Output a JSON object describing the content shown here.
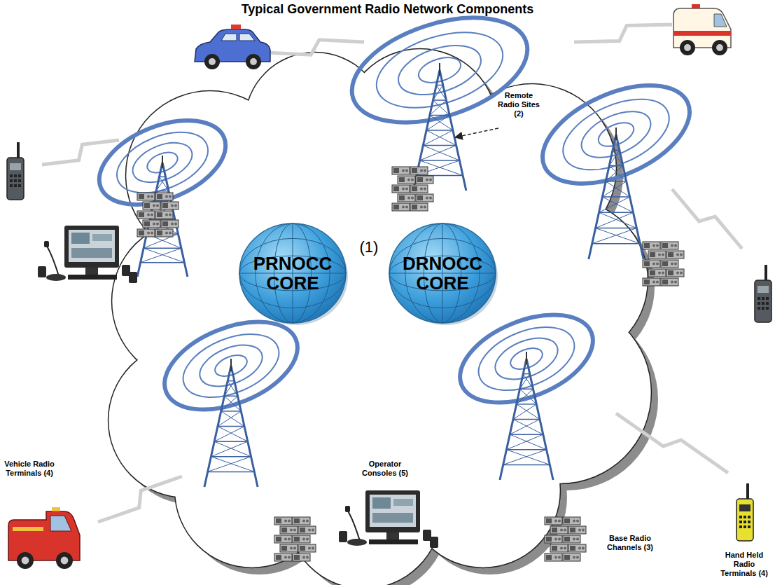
{
  "diagram": {
    "title": "Typical Government Radio Network Components",
    "nodes": [
      {
        "text": [
          "PRNOCC CORE"
        ]
      },
      {
        "text": [
          "DRNOCC CORE"
        ]
      }
    ],
    "labels": [
      "(1)",
      "Remote Radio Sites (2)",
      "Operator Consoles (5)",
      "Base Radio Channels (3)",
      "Vehicle Radio Terminals (4)",
      "Hand Held Radio Terminals (4)"
    ]
  }
}
